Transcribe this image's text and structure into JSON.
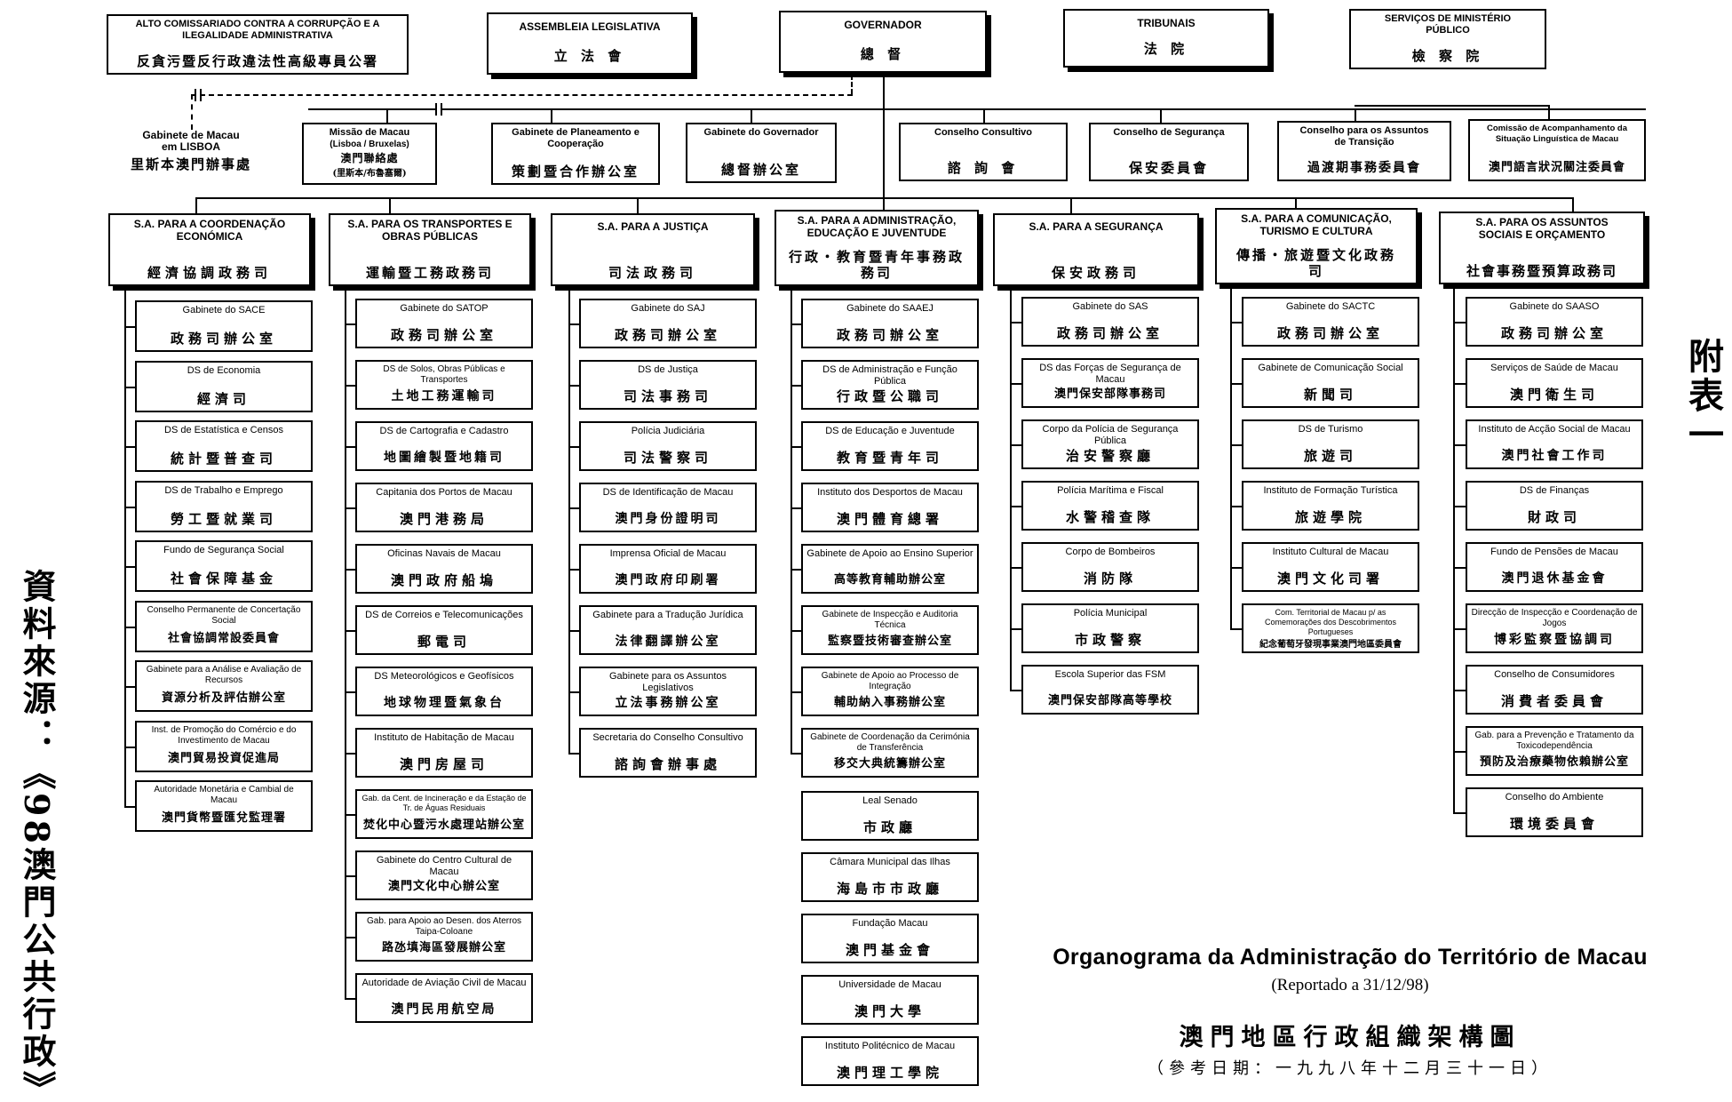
{
  "top_bodies": [
    {
      "pt": "ALTO COMISSARIADO CONTRA A CORRUPÇÃO E A ILEGALIDADE ADMINISTRATIVA",
      "zh": "反貪污暨反行政違法性高級專員公署"
    },
    {
      "pt": "ASSEMBLEIA LEGISLATIVA",
      "zh": "立 法 會"
    },
    {
      "pt": "GOVERNADOR",
      "zh": "總 督"
    },
    {
      "pt": "TRIBUNAIS",
      "zh": "法 院"
    },
    {
      "pt": "SERVIÇOS DE MINISTÉRIO PÚBLICO",
      "zh": "檢 察 院"
    }
  ],
  "lisboa_office": {
    "pt_line1": "Gabinete de Macau",
    "pt_line2": "em LISBOA",
    "zh": "里斯本澳門辦事處"
  },
  "second_row": [
    {
      "pt": "Missão de Macau",
      "pt2": "(Lisboa / Bruxelas)",
      "zh": "澳門聯絡處",
      "zh2": "(里斯本/布魯塞爾)"
    },
    {
      "pt": "Gabinete de Planeamento e Cooperação",
      "zh": "策劃暨合作辦公室"
    },
    {
      "pt": "Gabinete do Governador",
      "zh": "總督辦公室"
    },
    {
      "pt": "Conselho Consultivo",
      "zh": "諮 詢 會"
    },
    {
      "pt": "Conselho de Segurança",
      "zh": "保安委員會"
    },
    {
      "pt": "Conselho para os Assuntos de Transição",
      "zh": "過渡期事務委員會"
    },
    {
      "pt": "Comissão de Acompanhamento da Situação Linguística de Macau",
      "zh": "澳門語言狀況關注委員會"
    }
  ],
  "secretariats": [
    {
      "pt": "S.A. PARA A COORDENAÇÃO ECONÓMICA",
      "zh": "經濟協調政務司",
      "units": [
        {
          "pt": "Gabinete do SACE",
          "zh": "政務司辦公室"
        },
        {
          "pt": "DS de Economia",
          "zh": "經濟司"
        },
        {
          "pt": "DS de Estatística e Censos",
          "zh": "統計暨普查司"
        },
        {
          "pt": "DS de Trabalho e Emprego",
          "zh": "勞工暨就業司"
        },
        {
          "pt": "Fundo de Segurança Social",
          "zh": "社會保障基金"
        },
        {
          "pt": "Conselho Permanente de Concertação Social",
          "zh": "社會協調常設委員會"
        },
        {
          "pt": "Gabinete para a Análise e Avaliação de Recursos",
          "zh": "資源分析及評估辦公室"
        },
        {
          "pt": "Inst. de Promoção do Comércio e do Investimento de Macau",
          "zh": "澳門貿易投資促進局"
        },
        {
          "pt": "Autoridade Monetária e Cambial de Macau",
          "zh": "澳門貨幣暨匯兌監理署"
        }
      ]
    },
    {
      "pt": "S.A. PARA OS TRANSPORTES E OBRAS PÚBLICAS",
      "zh": "運輸暨工務政務司",
      "units": [
        {
          "pt": "Gabinete do SATOP",
          "zh": "政務司辦公室"
        },
        {
          "pt": "DS de Solos, Obras Públicas e Transportes",
          "zh": "土地工務運輸司"
        },
        {
          "pt": "DS de Cartografia e Cadastro",
          "zh": "地圖繪製暨地籍司"
        },
        {
          "pt": "Capitania dos Portos de Macau",
          "zh": "澳門港務局"
        },
        {
          "pt": "Oficinas Navais de Macau",
          "zh": "澳門政府船塢"
        },
        {
          "pt": "DS de Correios e Telecomunicações",
          "zh": "郵電司"
        },
        {
          "pt": "DS Meteorológicos e Geofísicos",
          "zh": "地球物理暨氣象台"
        },
        {
          "pt": "Instituto de Habitação de Macau",
          "zh": "澳門房屋司"
        },
        {
          "pt": "Gab. da Cent. de Incineração e da Estação de Tr. de Águas Residuais",
          "zh": "焚化中心暨污水處理站辦公室"
        },
        {
          "pt": "Gabinete do Centro Cultural de Macau",
          "zh": "澳門文化中心辦公室"
        },
        {
          "pt": "Gab. para Apoio ao Desen. dos Aterros Taipa-Coloane",
          "zh": "路氹填海區發展辦公室"
        },
        {
          "pt": "Autoridade de Aviação Civil de Macau",
          "zh": "澳門民用航空局"
        }
      ]
    },
    {
      "pt": "S.A. PARA A JUSTIÇA",
      "zh": "司法政務司",
      "units": [
        {
          "pt": "Gabinete do SAJ",
          "zh": "政務司辦公室"
        },
        {
          "pt": "DS de Justiça",
          "zh": "司法事務司"
        },
        {
          "pt": "Polícia Judiciária",
          "zh": "司法警察司"
        },
        {
          "pt": "DS de Identificação de Macau",
          "zh": "澳門身份證明司"
        },
        {
          "pt": "Imprensa Oficial de Macau",
          "zh": "澳門政府印刷署"
        },
        {
          "pt": "Gabinete para a Tradução Jurídica",
          "zh": "法律翻譯辦公室"
        },
        {
          "pt": "Gabinete para os Assuntos Legislativos",
          "zh": "立法事務辦公室"
        },
        {
          "pt": "Secretaria do Conselho Consultivo",
          "zh": "諮詢會辦事處"
        }
      ]
    },
    {
      "pt": "S.A. PARA A ADMINISTRAÇÃO, EDUCAÇÃO E JUVENTUDE",
      "zh": "行政・教育暨青年事務政務司",
      "units": [
        {
          "pt": "Gabinete do SAAEJ",
          "zh": "政務司辦公室"
        },
        {
          "pt": "DS de Administração e Função Pública",
          "zh": "行政暨公職司"
        },
        {
          "pt": "DS de Educação e Juventude",
          "zh": "教育暨青年司"
        },
        {
          "pt": "Instituto dos Desportos de Macau",
          "zh": "澳門體育總署"
        },
        {
          "pt": "Gabinete de Apoio ao Ensino Superior",
          "zh": "高等教育輔助辦公室"
        },
        {
          "pt": "Gabinete de Inspecção e Auditoria Técnica",
          "zh": "監察暨技術審查辦公室"
        },
        {
          "pt": "Gabinete de Apoio ao Processo de Integração",
          "zh": "輔助納入事務辦公室"
        },
        {
          "pt": "Gabinete de Coordenação da Cerimónia de Transferência",
          "zh": "移交大典統籌辦公室"
        }
      ],
      "independent_units": [
        {
          "pt": "Leal Senado",
          "zh": "市政廳"
        },
        {
          "pt": "Câmara Municipal das Ilhas",
          "zh": "海島市市政廳"
        },
        {
          "pt": "Fundação Macau",
          "zh": "澳門基金會"
        },
        {
          "pt": "Universidade de Macau",
          "zh": "澳門大學"
        },
        {
          "pt": "Instituto Politécnico de Macau",
          "zh": "澳門理工學院"
        }
      ]
    },
    {
      "pt": "S.A. PARA A SEGURANÇA",
      "zh": "保安政務司",
      "units": [
        {
          "pt": "Gabinete do SAS",
          "zh": "政務司辦公室"
        },
        {
          "pt": "DS das Forças de Segurança de Macau",
          "zh": "澳門保安部隊事務司"
        },
        {
          "pt": "Corpo da Polícia de Segurança Pública",
          "zh": "治安警察廳"
        },
        {
          "pt": "Polícia Marítima e Fiscal",
          "zh": "水警稽查隊"
        },
        {
          "pt": "Corpo de Bombeiros",
          "zh": "消防隊"
        },
        {
          "pt": "Polícia Municipal",
          "zh": "市政警察"
        },
        {
          "pt": "Escola Superior das FSM",
          "zh": "澳門保安部隊高等學校"
        }
      ]
    },
    {
      "pt": "S.A. PARA A COMUNICAÇÃO, TURISMO E CULTURA",
      "zh": "傳播・旅遊暨文化政務司",
      "units": [
        {
          "pt": "Gabinete do SACTC",
          "zh": "政務司辦公室"
        },
        {
          "pt": "Gabinete de Comunicação Social",
          "zh": "新聞司"
        },
        {
          "pt": "DS de Turismo",
          "zh": "旅遊司"
        },
        {
          "pt": "Instituto de Formação Turística",
          "zh": "旅遊學院"
        },
        {
          "pt": "Instituto Cultural de Macau",
          "zh": "澳門文化司署"
        },
        {
          "pt": "Com. Territorial de Macau p/ as Comemorações dos Descobrimentos Portugueses",
          "zh": "紀念葡萄牙發現事業澳門地區委員會"
        }
      ]
    },
    {
      "pt": "S.A. PARA OS ASSUNTOS SOCIAIS E ORÇAMENTO",
      "zh": "社會事務暨預算政務司",
      "units": [
        {
          "pt": "Gabinete do SAASO",
          "zh": "政務司辦公室"
        },
        {
          "pt": "Serviços de Saúde de Macau",
          "zh": "澳門衛生司"
        },
        {
          "pt": "Instituto de Acção Social de Macau",
          "zh": "澳門社會工作司"
        },
        {
          "pt": "DS de Finanças",
          "zh": "財政司"
        },
        {
          "pt": "Fundo de Pensões de Macau",
          "zh": "澳門退休基金會"
        },
        {
          "pt": "Direcção de Inspecção e Coordenação de Jogos",
          "zh": "博彩監察暨協調司"
        },
        {
          "pt": "Conselho de Consumidores",
          "zh": "消費者委員會"
        },
        {
          "pt": "Gab. para a Prevenção e Tratamento da Toxicodependência",
          "zh": "預防及治療藥物依賴辦公室"
        },
        {
          "pt": "Conselho do Ambiente",
          "zh": "環境委員會"
        }
      ]
    }
  ],
  "title": {
    "pt": "Organograma da Administração do Território de Macau",
    "pt_sub": "(Reportado a 31/12/98)",
    "zh": "澳門地區行政組織架構圖",
    "zh_sub": "（參考日期：一九九八年十二月三十一日）"
  },
  "source_note": "資料來源：《98澳門公共行政》",
  "appendix_label": "附表一"
}
